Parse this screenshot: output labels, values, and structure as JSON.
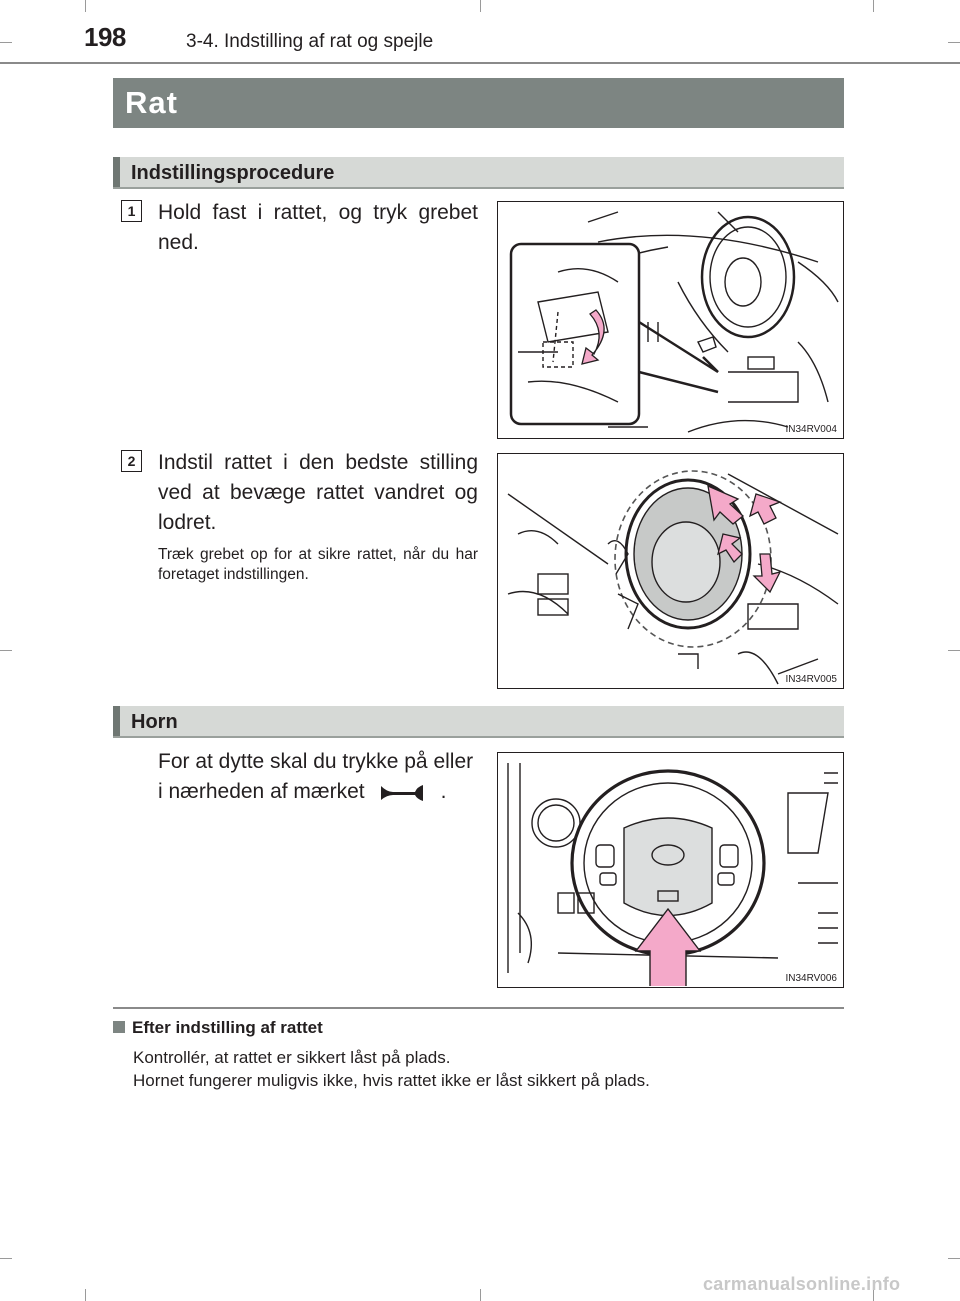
{
  "header": {
    "page_number": "198",
    "chapter_title": "3-4. Indstilling af rat og spejle"
  },
  "title": "Rat",
  "sections": {
    "procedure": {
      "label": "Indstillingsprocedure",
      "steps": [
        {
          "number": "1",
          "text": "Hold fast i rattet, og tryk grebet ned.",
          "figure_code": "IN34RV004"
        },
        {
          "number": "2",
          "text": "Indstil rattet i den bedste stilling ved at bevæge rattet vandret og lodret.",
          "note": "Træk grebet op for at sikre rattet, når du har foretaget indstillingen.",
          "figure_code": "IN34RV005"
        }
      ]
    },
    "horn": {
      "label": "Horn",
      "text_before": "For at dytte skal du trykke på eller i nærheden af mærket",
      "text_after": ".",
      "icon": "horn-icon",
      "figure_code": "IN34RV006"
    }
  },
  "after_adjust": {
    "heading": "Efter indstilling af rattet",
    "lines": [
      "Kontrollér, at rattet er sikkert låst på plads.",
      "Hornet fungerer muligvis ikke, hvis rattet ikke er låst sikkert på plads."
    ]
  },
  "watermark": "carmanualsonline.info",
  "colors": {
    "title_bar": "#7d8582",
    "section_bar": "#d6d9d6",
    "arrow_pink": "#f4a9c9"
  }
}
